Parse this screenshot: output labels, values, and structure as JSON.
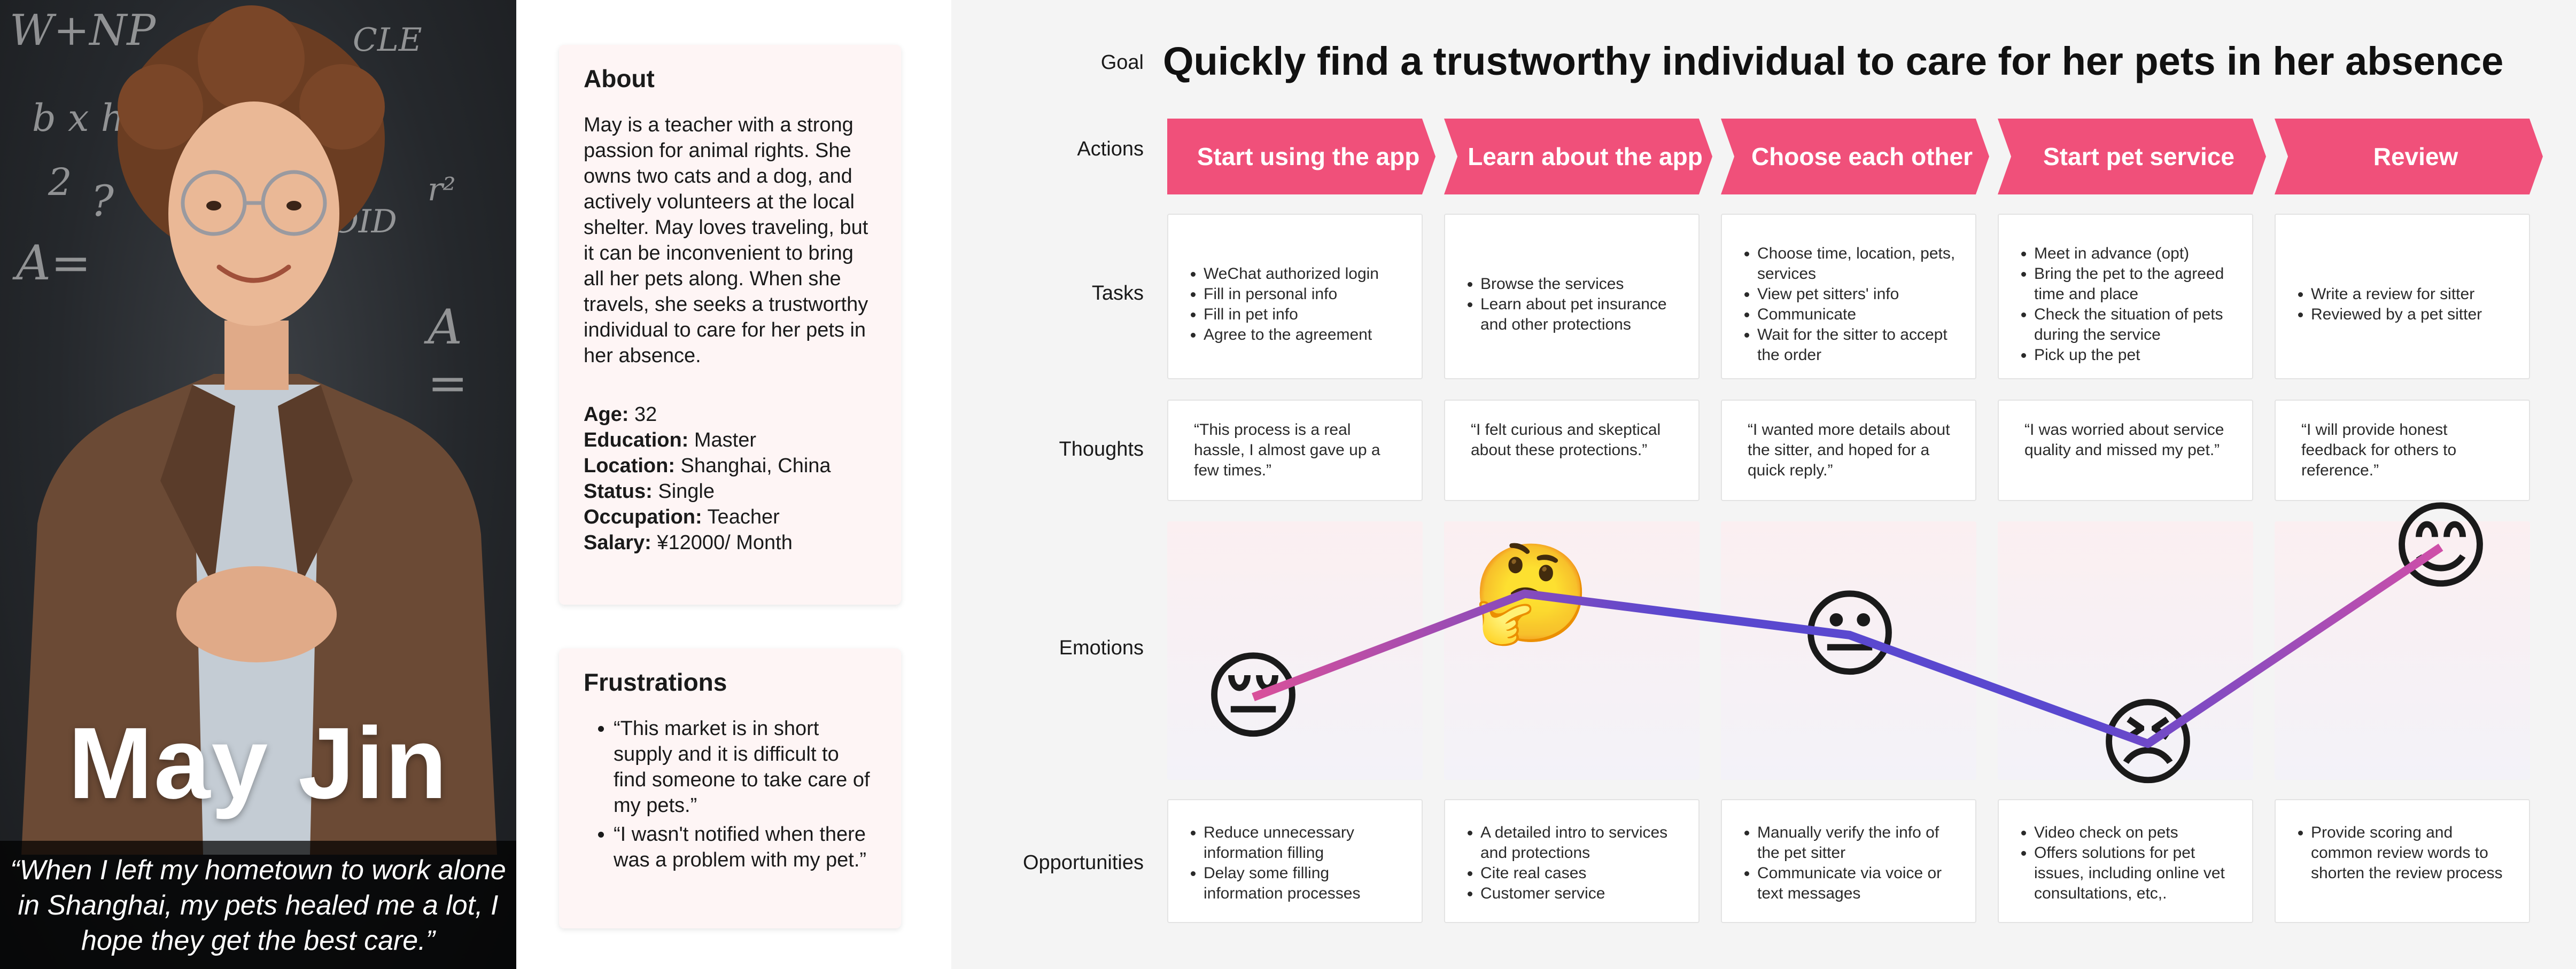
{
  "persona": {
    "name": "May Jin",
    "quote": "“When I left my hometown to work alone in Shanghai, my pets healed me a lot, I hope they get the best care.”",
    "chalk_marks": [
      "W+NP",
      "b x h",
      "2",
      "?",
      "A=",
      "r²",
      "A =",
      "ZOID",
      "CLE"
    ]
  },
  "about": {
    "title": "About",
    "text": "May is a teacher with a strong passion for animal rights. She owns two cats and a dog, and actively volunteers at the local shelter. May loves traveling, but it can be inconvenient to bring all her pets along. When she travels, she seeks a trustworthy individual to care for her pets in her absence.",
    "facts": [
      {
        "key": "Age:",
        "value": " 32"
      },
      {
        "key": "Education:",
        "value": " Master"
      },
      {
        "key": "Location:",
        "value": " Shanghai, China"
      },
      {
        "key": "Status:",
        "value": " Single"
      },
      {
        "key": "Occupation:",
        "value": " Teacher"
      },
      {
        "key": "Salary:",
        "value": " ¥12000/ Month"
      }
    ]
  },
  "frustrations": {
    "title": "Frustrations",
    "items": [
      "“This market is in short supply and it is difficult to find someone to take care of my pets.”",
      "“I wasn't notified when there was a problem with my pet.”"
    ]
  },
  "journey": {
    "labels": {
      "goal": "Goal",
      "actions": "Actions",
      "tasks": "Tasks",
      "thoughts": "Thoughts",
      "emotions": "Emotions",
      "opportunities": "Opportunities"
    },
    "goal": "Quickly find a trustworthy individual to care for her pets in her absence",
    "accent_color": "#f0507a",
    "stages": [
      {
        "action": "Start using the app",
        "tasks": [
          "WeChat authorized login",
          "Fill in personal info",
          "Fill in pet info",
          "Agree to the agreement"
        ],
        "thought": "“This process is a real hassle, I almost gave up a few times.”",
        "emotion": "pensive",
        "emotion_level": 0.32,
        "opportunities": [
          "Reduce unnecessary information filling",
          "Delay some filling information processes"
        ]
      },
      {
        "action": "Learn about the app",
        "tasks": [
          "Browse the services",
          "Learn about pet insurance and other protections"
        ],
        "thought": "“I felt curious and skeptical about these protections.”",
        "emotion": "thinking",
        "emotion_level": 0.72,
        "opportunities": [
          "A detailed intro to services and protections",
          "Cite real cases",
          "Customer service"
        ]
      },
      {
        "action": "Choose each other",
        "tasks": [
          "Choose time, location, pets, services",
          "View pet sitters' info",
          "Communicate",
          "Wait for the sitter to accept the order"
        ],
        "thought": "“I wanted more details about the sitter, and hoped for a quick reply.”",
        "emotion": "neutral",
        "emotion_level": 0.56,
        "opportunities": [
          "Manually verify the info of the pet sitter",
          "Communicate via voice or text messages"
        ]
      },
      {
        "action": "Start pet service",
        "tasks": [
          "Meet in advance (opt)",
          "Bring the pet to the agreed time and place",
          "Check the situation of pets during the service",
          "Pick up the pet"
        ],
        "thought": "“I was worried about service quality and missed my pet.”",
        "emotion": "worried",
        "emotion_level": 0.14,
        "opportunities": [
          "Video check on pets",
          "Offers solutions for pet issues, including online vet consultations, etc,."
        ]
      },
      {
        "action": "Review",
        "tasks": [
          "Write a review for sitter",
          "Reviewed by a pet sitter"
        ],
        "thought": "“I will provide honest feedback for others to reference.”",
        "emotion": "happy",
        "emotion_level": 0.9,
        "opportunities": [
          "Provide scoring and common review words to shorten the review process"
        ]
      }
    ]
  }
}
